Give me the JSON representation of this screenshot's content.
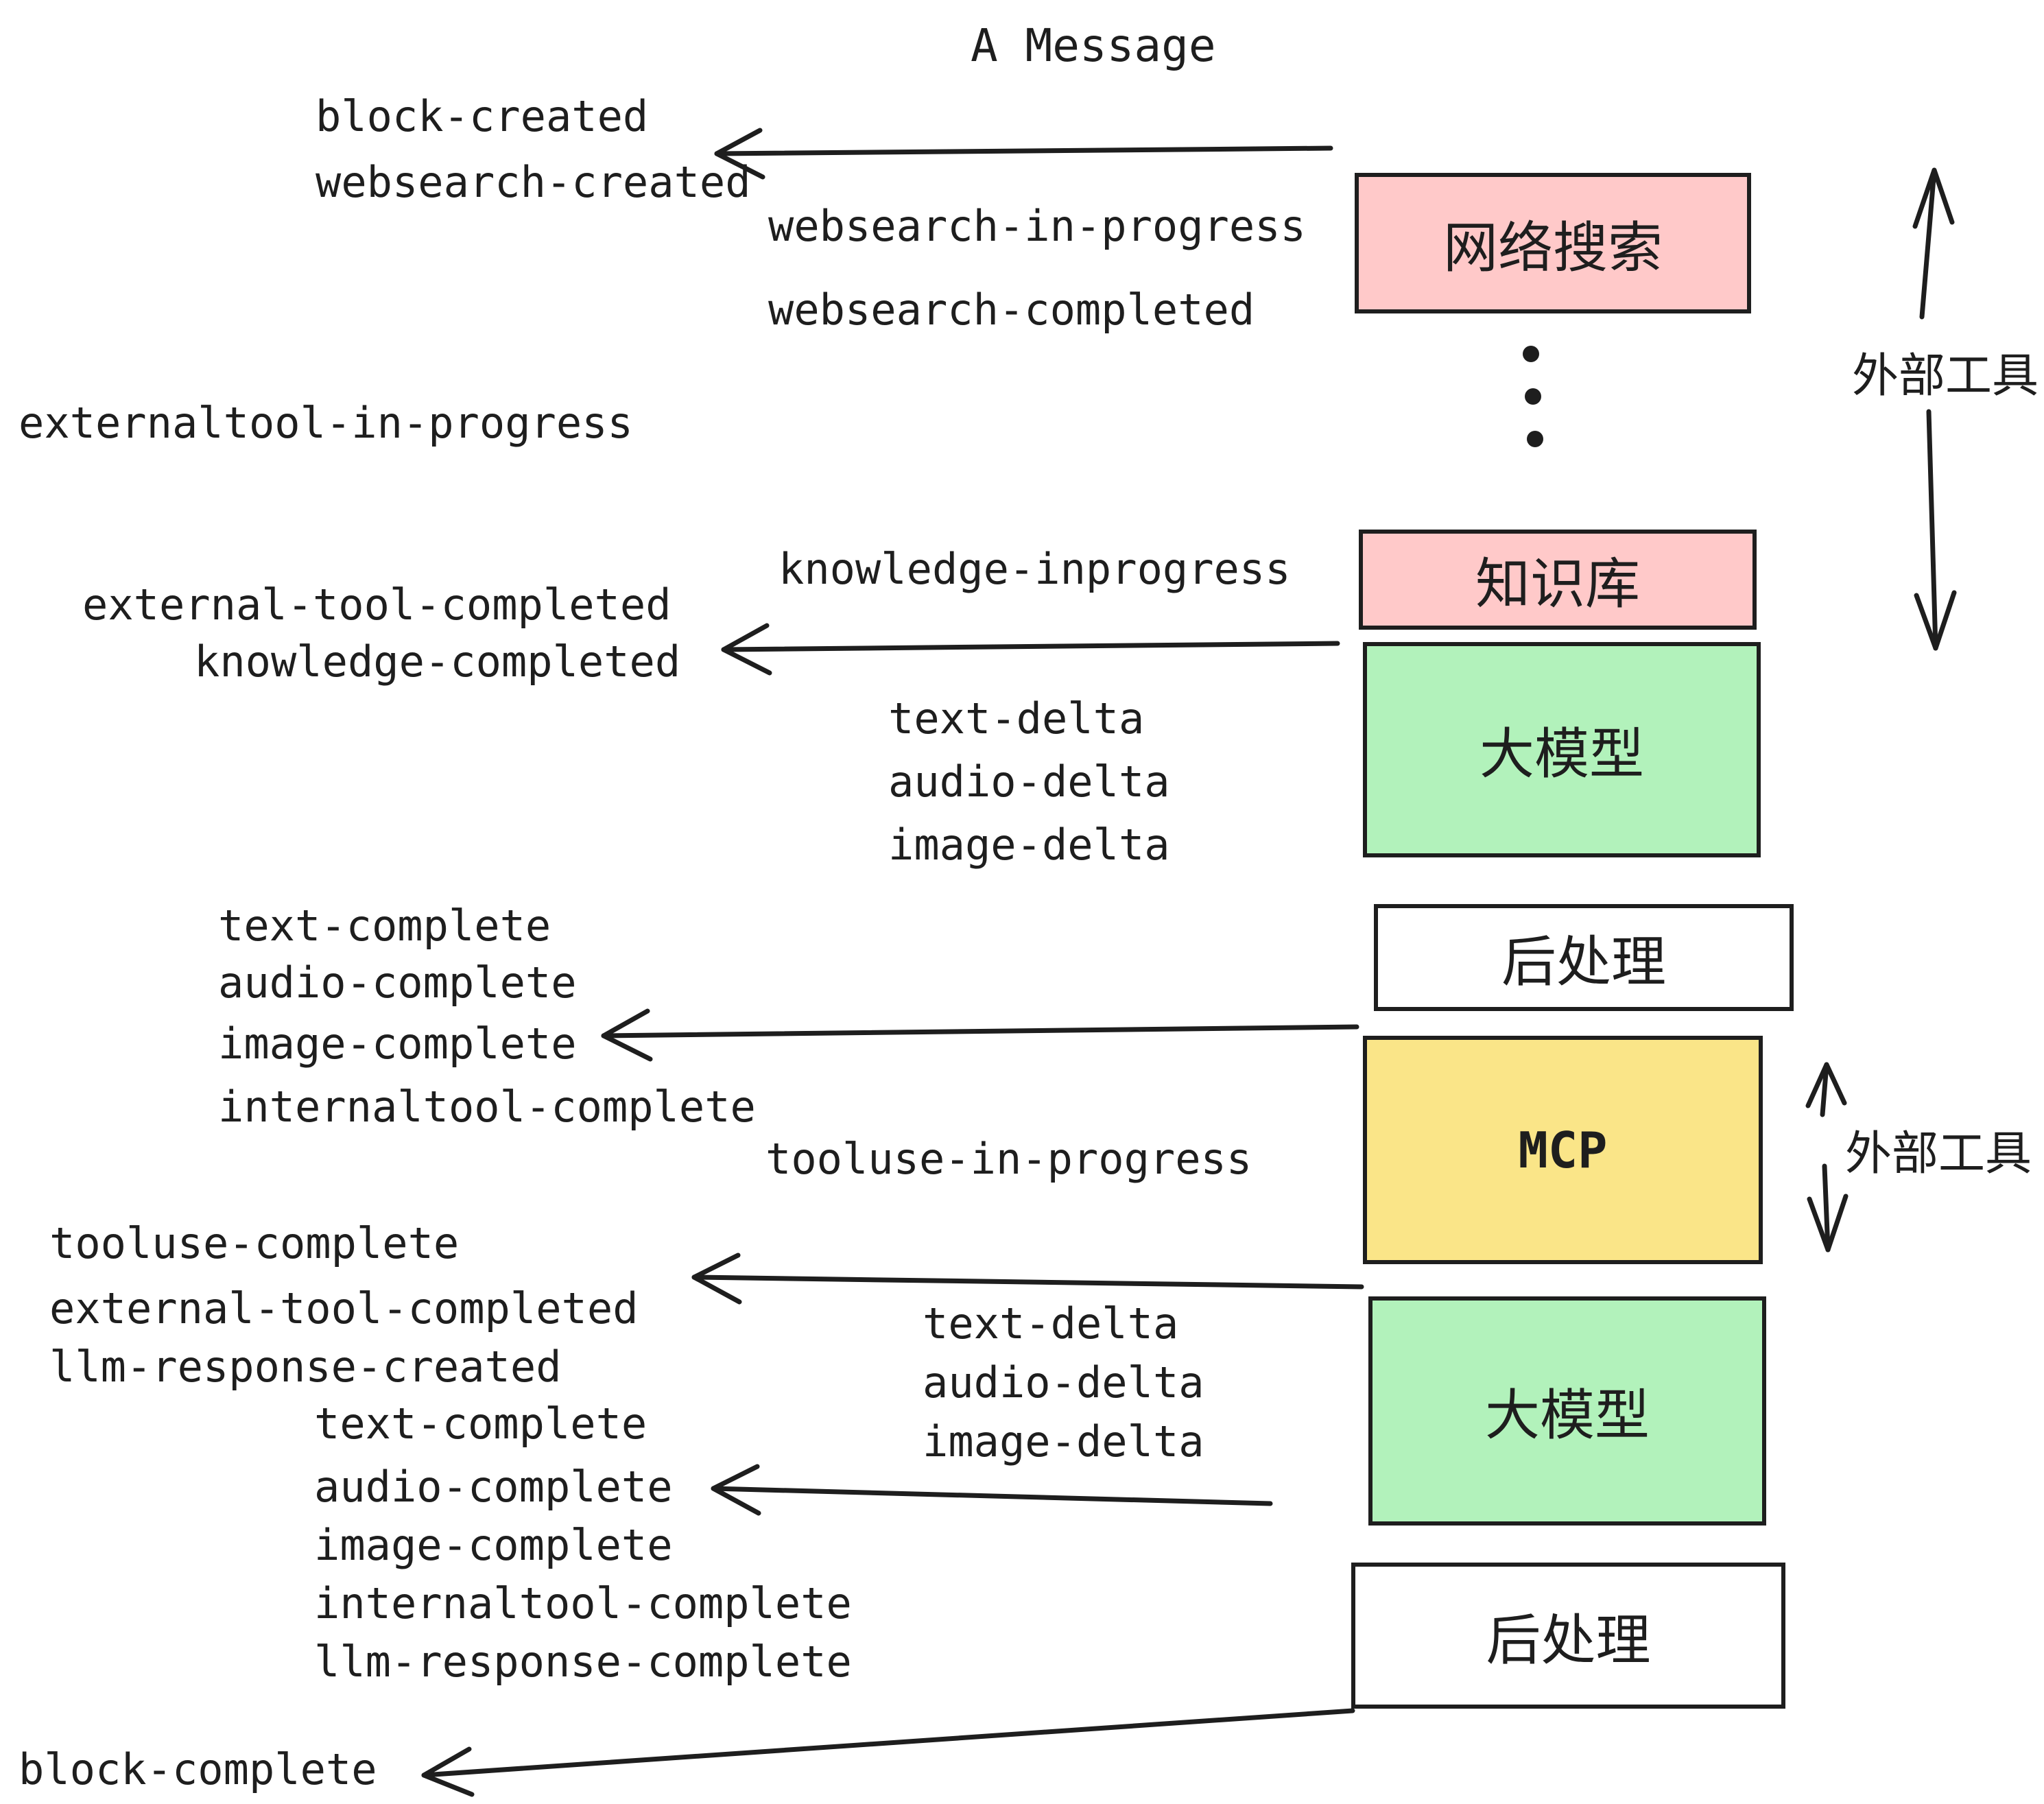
{
  "title": "A Message",
  "colors": {
    "pink": "#FFC9C9",
    "green": "#B2F2BB",
    "yellow": "#FAE588",
    "white": "#FFFFFF",
    "ink": "#1E1E1E"
  },
  "boxes": {
    "websearch": {
      "label": "网络搜索",
      "color": "pink"
    },
    "knowledge": {
      "label": "知识库",
      "color": "pink"
    },
    "llm_top": {
      "label": "大模型",
      "color": "green"
    },
    "post_top": {
      "label": "后处理",
      "color": "white"
    },
    "mcp": {
      "label": "MCP",
      "color": "yellow"
    },
    "llm_bottom": {
      "label": "大模型",
      "color": "green"
    },
    "post_bottom": {
      "label": "后处理",
      "color": "white"
    }
  },
  "events": {
    "block_created": "block-created",
    "websearch_created": "websearch-created",
    "websearch_in_progress": "websearch-in-progress",
    "websearch_completed": "websearch-completed",
    "externaltool_in_progress": "externaltool-in-progress",
    "knowledge_inprogress": "knowledge-inprogress",
    "external_tool_completed_1": "external-tool-completed",
    "knowledge_completed": "knowledge-completed",
    "text_delta_1": "text-delta",
    "audio_delta_1": "audio-delta",
    "image_delta_1": "image-delta",
    "text_complete_1": "text-complete",
    "audio_complete_1": "audio-complete",
    "image_complete_1": "image-complete",
    "internaltool_complete_1": "internaltool-complete",
    "tooluse_in_progress": "tooluse-in-progress",
    "tooluse_complete": "tooluse-complete",
    "external_tool_completed_2": "external-tool-completed",
    "llm_response_created": "llm-response-created",
    "text_complete_2": "text-complete",
    "audio_complete_2": "audio-complete",
    "image_complete_2": "image-complete",
    "internaltool_complete_2": "internaltool-complete",
    "llm_response_complete": "llm-response-complete",
    "text_delta_2": "text-delta",
    "audio_delta_2": "audio-delta",
    "image_delta_2": "image-delta",
    "block_complete": "block-complete"
  },
  "side_labels": {
    "external_tools_top": "外部工具",
    "external_tools_bottom": "外部工具"
  }
}
